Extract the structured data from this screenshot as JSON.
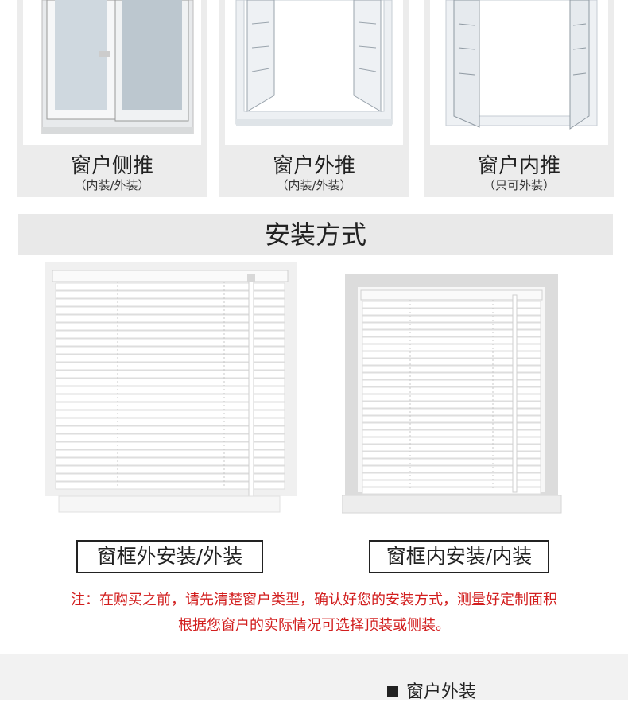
{
  "window_types": [
    {
      "title": "窗户侧推",
      "subtitle": "（内装/外装）"
    },
    {
      "title": "窗户外推",
      "subtitle": "（内装/外装）"
    },
    {
      "title": "窗户内推",
      "subtitle": "（只可外装）"
    }
  ],
  "section_title": "安装方式",
  "install_options": [
    {
      "label": "窗框外安装/外装"
    },
    {
      "label": "窗框内安装/内装"
    }
  ],
  "note": {
    "line1": "注：在购买之前，请先清楚窗户类型，确认好您的安装方式，测量好定制面积",
    "line2": "根据您窗户的实际情况可选择顶装或侧装。"
  },
  "footer": {
    "label": "窗户外装"
  },
  "colors": {
    "note_red": "#d21e1e",
    "card_bg": "#ececec",
    "banner_bg": "#e9e9e9"
  }
}
